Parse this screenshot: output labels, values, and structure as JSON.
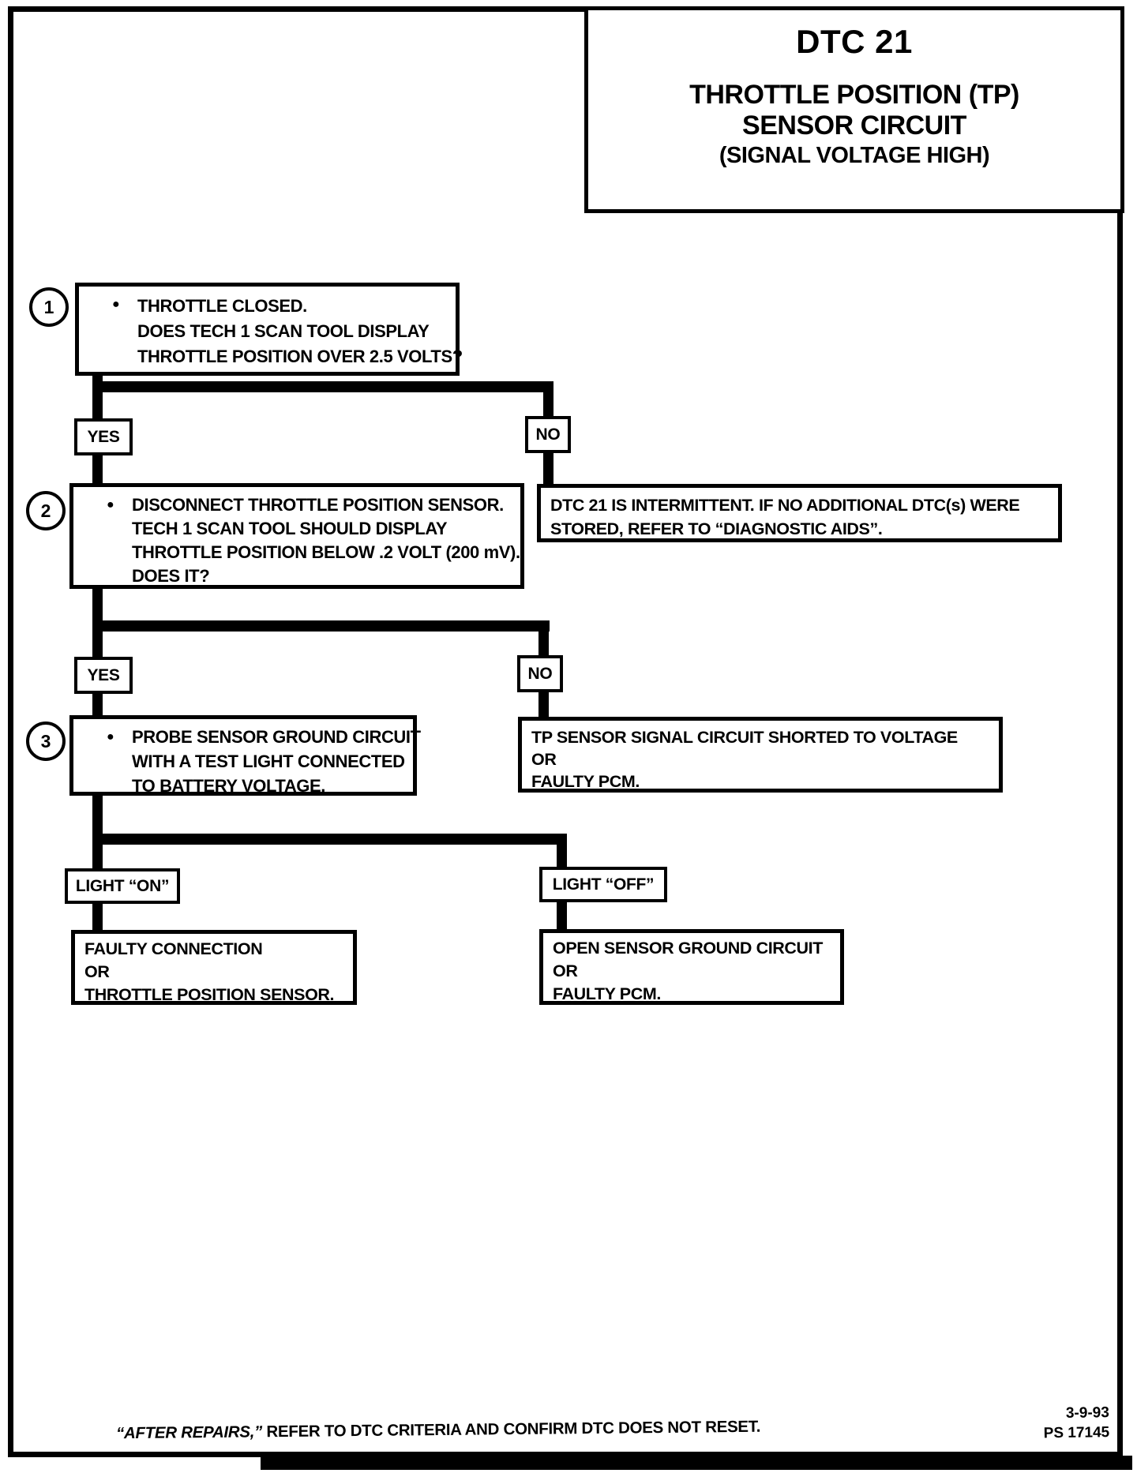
{
  "bullet": "●",
  "title": {
    "code": "DTC 21",
    "line1": "THROTTLE POSITION (TP)",
    "line2": "SENSOR CIRCUIT",
    "line3": "(SIGNAL VOLTAGE HIGH)"
  },
  "steps": [
    {
      "number": "1",
      "lines": [
        "THROTTLE CLOSED.",
        "DOES TECH 1 SCAN TOOL DISPLAY",
        "THROTTLE POSITION OVER 2.5 VOLTS?"
      ]
    },
    {
      "number": "2",
      "lines": [
        "DISCONNECT THROTTLE POSITION SENSOR.",
        "TECH 1 SCAN TOOL SHOULD DISPLAY",
        "THROTTLE POSITION BELOW .2 VOLT (200 mV).",
        "DOES IT?"
      ]
    },
    {
      "number": "3",
      "lines": [
        "PROBE SENSOR GROUND CIRCUIT",
        "WITH A TEST LIGHT CONNECTED",
        "TO BATTERY VOLTAGE."
      ]
    }
  ],
  "labels": {
    "yes": "YES",
    "no": "NO",
    "light_on": "LIGHT “ON”",
    "light_off": "LIGHT “OFF”"
  },
  "results": {
    "intermittent": [
      "DTC 21 IS INTERMITTENT.  IF NO ADDITIONAL DTC(s) WERE",
      "STORED, REFER TO “DIAGNOSTIC AIDS”."
    ],
    "shorted_to_voltage": [
      "TP SENSOR SIGNAL CIRCUIT SHORTED TO VOLTAGE",
      "OR",
      "FAULTY PCM."
    ],
    "faulty_connection": [
      "FAULTY CONNECTION",
      "OR",
      "THROTTLE POSITION SENSOR."
    ],
    "open_ground": [
      "OPEN SENSOR GROUND CIRCUIT",
      "OR",
      "FAULTY PCM."
    ]
  },
  "footer": {
    "after_repairs": "“AFTER REPAIRS,”",
    "rest": " REFER TO DTC CRITERIA AND CONFIRM DTC DOES NOT RESET.",
    "date": "3-9-93",
    "doc_number": "PS 17145"
  }
}
